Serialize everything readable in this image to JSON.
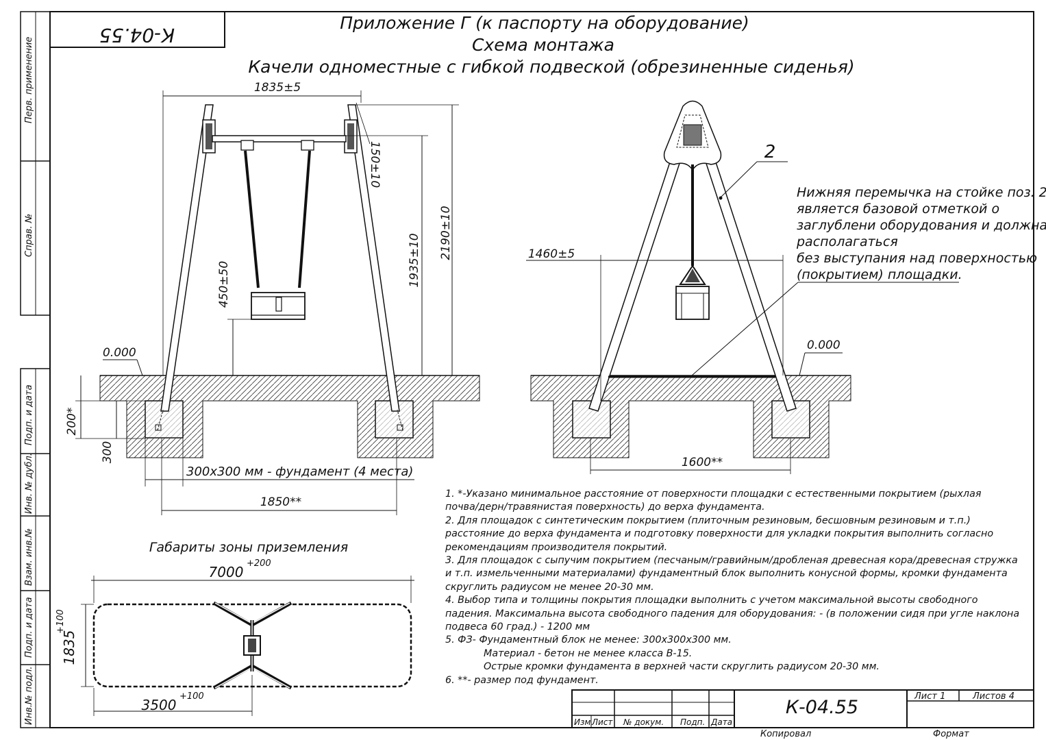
{
  "header": {
    "code_rotated": "К-04.55",
    "title1": "Приложение Г (к паспорту на оборудование)",
    "title2": "Схема монтажа",
    "title3": "Качели одноместные с гибкой подвеской (обрезиненные сиденья)"
  },
  "side_labels": {
    "perv": "Перв. применение",
    "sprav": "Справ. №",
    "podp_data1": "Подп. и дата",
    "inv_dubl": "Инв. № дубл.",
    "vzam_inv": "Взам. инв.№",
    "podp_data2": "Подп. и дата",
    "inv_podl": "Инв.№ подл."
  },
  "front_view": {
    "width_top": "1835±5",
    "height_total": "2190±10",
    "height_beam": "1935±10",
    "gap_top": "150±10",
    "seat_height": "450±50",
    "level": "0.000",
    "depth_min": "200*",
    "depth_found": "300",
    "foundation_note": "300х300 мм - фундамент (4 места)",
    "base_width": "1850**"
  },
  "side_view": {
    "label_pos": "2",
    "width_top": "1460±5",
    "level": "0.000",
    "base_width": "1600**",
    "note_lines": [
      "Нижняя перемычка на стойке поз. 2",
      "является базовой отметкой о",
      "заглублени оборудования и должна",
      "располагаться",
      "без выступания над поверхностью",
      "(покрытием) площадки."
    ]
  },
  "landing_zone": {
    "title": "Габариты зоны приземления",
    "length": "7000",
    "length_tol": "+200",
    "width": "1835",
    "width_tol": "+100",
    "half_length": "3500",
    "half_length_tol": "+100"
  },
  "notes": [
    "1. *-Указано минимальное расстояние от поверхности площадки с естественными покрытием (рыхлая",
    "почва/дерн/травянистая поверхность) до верха фундамента.",
    "2. Для площадок с синтетическим покрытием (плиточным резиновым, бесшовным резиновым и т.п.)",
    "расстояние до верха фундамента и подготовку поверхности для укладки покрытия выполнить согласно",
    "рекомендациям производителя покрытий.",
    "3. Для площадок с сыпучим покрытием (песчаным/гравийным/дробленая древесная кора/древесная стружка",
    "и т.п. измельченными материалами) фундаментный блок выполнить конусной формы, кромки фундамента",
    "скруглить радиусом не менее 20-30 мм.",
    "4. Выбор типа и толщины покрытия площадки выполнить с учетом максимальной высоты свободного",
    "падения. Максимальна высота свободного падения для оборудования: - (в положении сидя при угле наклона",
    "подвеса 60 град.) - 1200 мм",
    "5. ФЗ- Фундаментный блок не менее: 300х300х300 мм.",
    "Материал - бетон не менее класса В-15.",
    "Острые кромки фундамента в верхней части скруглить радиусом 20-30 мм.",
    "6. **- размер под фундамент."
  ],
  "title_block": {
    "code": "К-04.55",
    "sheet": "Лист 1",
    "sheets": "Листов 4",
    "col_izm": "Изм",
    "col_list": "Лист",
    "col_docum": "№ докум.",
    "col_podp": "Подп.",
    "col_data": "Дата",
    "copied": "Копировал",
    "format": "Формат"
  }
}
